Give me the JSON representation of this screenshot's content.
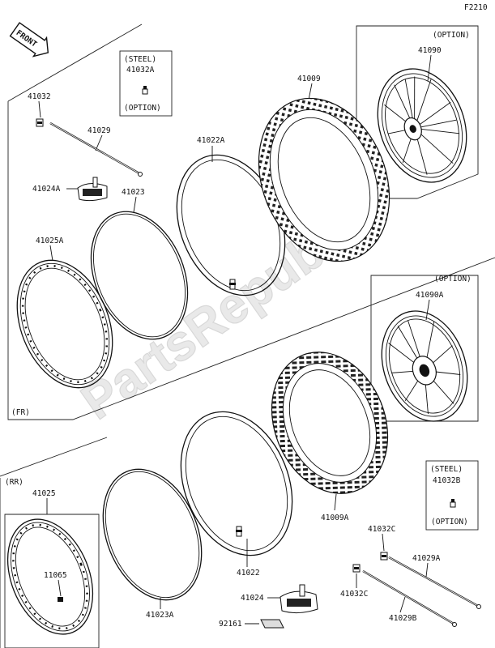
{
  "figure_code": "F2210",
  "front_badge": "FRONT",
  "watermark": "PartsRepublik",
  "sections": {
    "front": "(FR)",
    "rear": "(RR)"
  },
  "labels": {
    "l41032": "41032",
    "l41029": "41029",
    "l41024A": "41024A",
    "l41023": "41023",
    "l41025A": "41025A",
    "l41022A": "41022A",
    "l41009": "41009",
    "l41090": "41090",
    "l41090A": "41090A",
    "l41009A": "41009A",
    "l41025": "41025",
    "l11065": "11065",
    "l41023A": "41023A",
    "l41022": "41022",
    "l41024": "41024",
    "l92161": "92161",
    "l41032C_top": "41032C",
    "l41032C_bottom": "41032C",
    "l41029A": "41029A",
    "l41029B": "41029B"
  },
  "option_boxes": {
    "steel_front": {
      "title": "(STEEL)",
      "part": "41032A",
      "note": "(OPTION)"
    },
    "steel_rear": {
      "title": "(STEEL)",
      "part": "41032B",
      "note": "(OPTION)"
    },
    "wheel_front": {
      "note": "(OPTION)"
    },
    "wheel_rear": {
      "note": "(OPTION)"
    }
  }
}
